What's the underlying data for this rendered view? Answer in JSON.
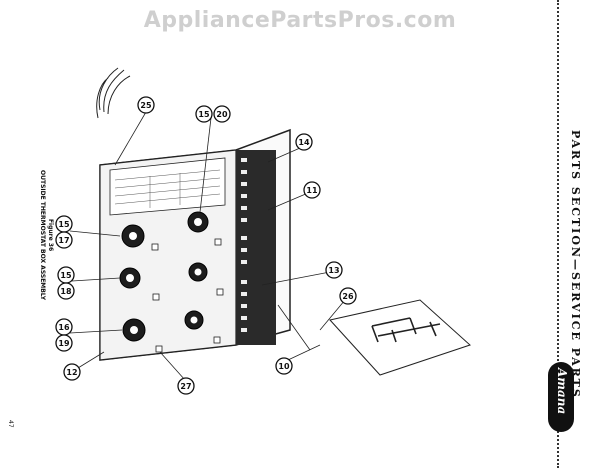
{
  "watermark": "AppliancePartsPros.com",
  "side_title": "PARTS SECTION—SERVICE PARTS",
  "brand": "Amana",
  "figure_label": "Figure 36",
  "figure_title": "OUTSIDE THERMOSTAT BOX ASSEMBLY",
  "page_number": "47",
  "callouts": [
    "25",
    "15",
    "20",
    "14",
    "11",
    "15",
    "17",
    "15",
    "18",
    "16",
    "19",
    "12",
    "27",
    "13",
    "26",
    "10"
  ]
}
